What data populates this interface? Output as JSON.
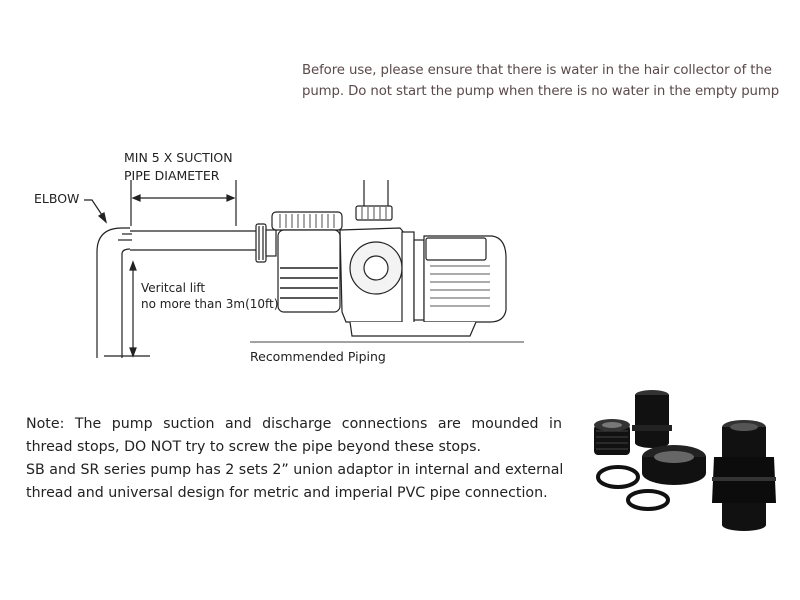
{
  "warning": {
    "line1": "Before use, please ensure that there is water in the hair collector of the",
    "line2": "pump. Do not start the pump when there is no water in the empty pump"
  },
  "diagram": {
    "min_suction_line1": "MIN 5 X SUCTION",
    "min_suction_line2": "PIPE DIAMETER",
    "elbow_label": "ELBOW",
    "lift_line1": "Veritcal lift",
    "lift_line2": "no more than 3m(10ft)",
    "caption": "Recommended Piping"
  },
  "note": {
    "line1": "Note: The pump suction and discharge connections are mounded in",
    "line2": "thread stops, DO NOT try to screw the pipe beyond these stops.",
    "line3": "SB and SR series pump has 2 sets 2” union adaptor in internal and external",
    "line4": "thread and universal design for metric and imperial PVC pipe connection."
  },
  "colors": {
    "text": "#222222",
    "warning_text": "#5a4a4a",
    "fitting": "#111111"
  }
}
